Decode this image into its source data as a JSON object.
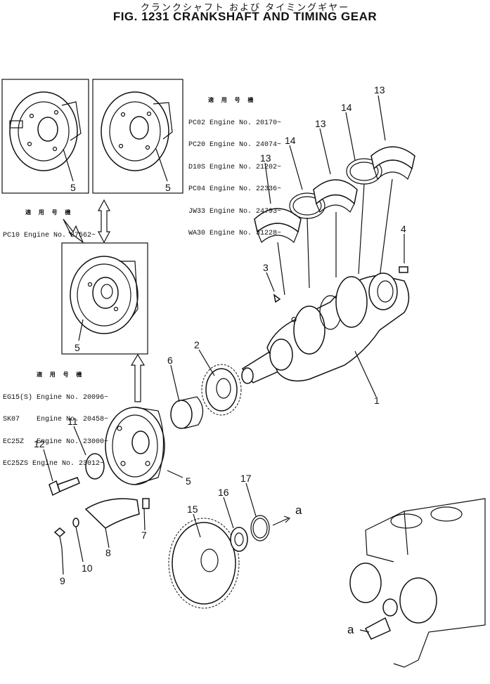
{
  "header": {
    "title_jp": "クランクシャフト および タイミングギヤー",
    "title_en": "FIG. 1231 CRANKSHAFT AND TIMING GEAR"
  },
  "serial_notes": {
    "group_a": {
      "heading": "適 用 号 機",
      "lines": [
        "PC02 Engine No. 20170~",
        "PC20 Engine No. 24074~",
        "D10S Engine No. 21202~",
        "PC04 Engine No. 22336~",
        "JW33 Engine No. 24793~",
        "WA30 Engine No. 31228~"
      ]
    },
    "group_b": {
      "heading": "適 用 号 機",
      "lines": [
        "PC10 Engine No. 27562~"
      ]
    },
    "group_c": {
      "heading": "適 用 号 機",
      "lines": [
        "EG15(S) Engine No. 20096~",
        "SK07    Engine No. 20458~",
        "EC25Z   Engine No. 23000~",
        "EC25ZS Engine No. 23012~"
      ]
    }
  },
  "callouts": {
    "n1": "1",
    "n2": "2",
    "n3": "3",
    "n4": "4",
    "n5a": "5",
    "n5b": "5",
    "n5c": "5",
    "n5d": "5",
    "n6": "6",
    "n7": "7",
    "n8": "8",
    "n9": "9",
    "n10": "10",
    "n11": "11",
    "n12": "12",
    "n13a": "13",
    "n13b": "13",
    "n13c": "13",
    "n14a": "14",
    "n14b": "14",
    "n15": "15",
    "n16": "16",
    "n17": "17",
    "a1": "a",
    "a2": "a"
  }
}
